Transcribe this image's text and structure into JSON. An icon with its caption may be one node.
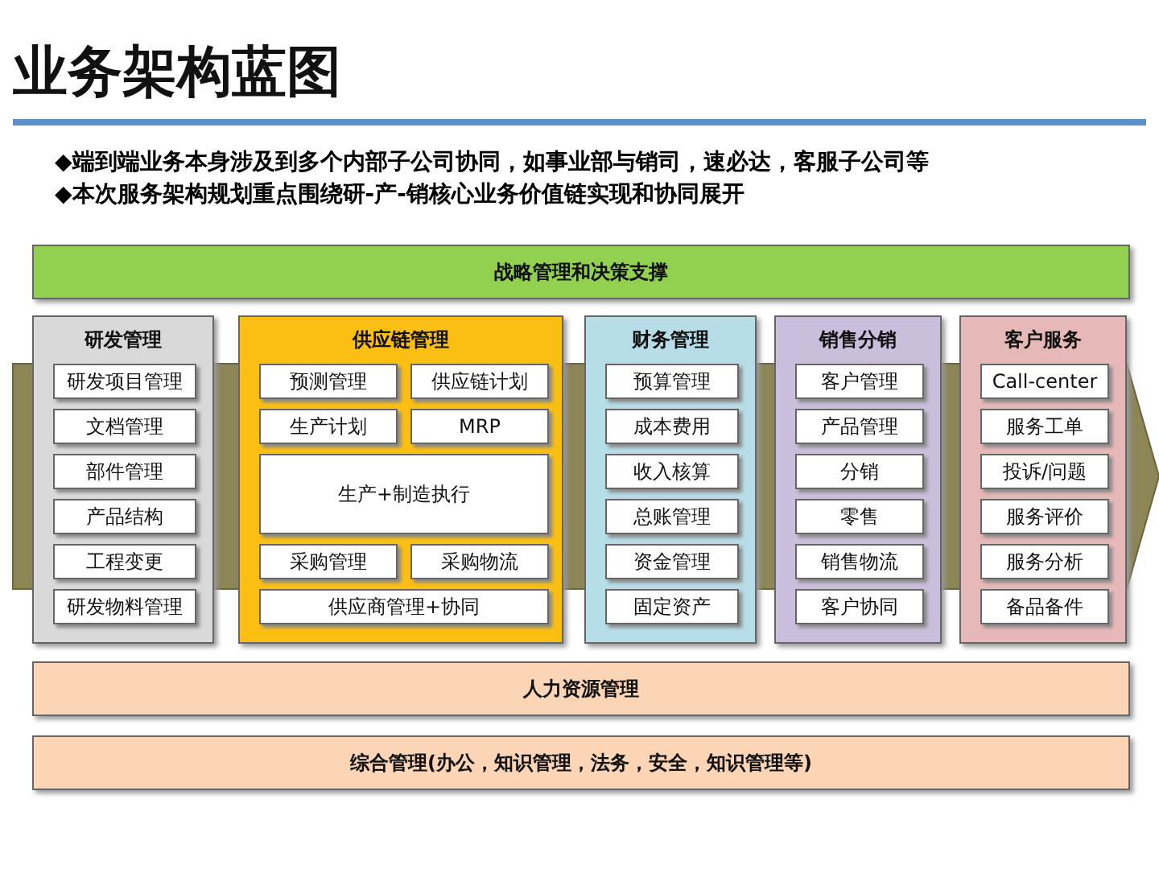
{
  "diagram": {
    "title": "业务架构蓝图",
    "nodes": [
      {
        "text": [
          "战略管理和决策支撑"
        ]
      },
      {
        "text": [
          "研发管理"
        ]
      },
      {
        "text": [
          "研发项目管理"
        ],
        "in": 1
      },
      {
        "text": [
          "文档管理"
        ],
        "in": 1
      },
      {
        "text": [
          "部件管理"
        ],
        "in": 1
      },
      {
        "text": [
          "产品结构"
        ],
        "in": 1
      },
      {
        "text": [
          "工程变更"
        ],
        "in": 1
      },
      {
        "text": [
          "研发物料管理"
        ],
        "in": 1
      },
      {
        "text": [
          "供应链管理"
        ]
      },
      {
        "text": [
          "预测管理"
        ],
        "in": 8
      },
      {
        "text": [
          "供应链计划"
        ],
        "in": 8
      },
      {
        "text": [
          "生产计划"
        ],
        "in": 8
      },
      {
        "text": [
          "MRP"
        ],
        "in": 8
      },
      {
        "text": [
          "生产+制造执行"
        ],
        "in": 8
      },
      {
        "text": [
          "采购管理"
        ],
        "in": 8
      },
      {
        "text": [
          "采购物流"
        ],
        "in": 8
      },
      {
        "text": [
          "供应商管理+协同"
        ],
        "in": 8
      },
      {
        "text": [
          "财务管理"
        ]
      },
      {
        "text": [
          "预算管理"
        ],
        "in": 17
      },
      {
        "text": [
          "成本费用"
        ],
        "in": 17
      },
      {
        "text": [
          "收入核算"
        ],
        "in": 17
      },
      {
        "text": [
          "总账管理"
        ],
        "in": 17
      },
      {
        "text": [
          "资金管理"
        ],
        "in": 17
      },
      {
        "text": [
          "固定资产"
        ],
        "in": 17
      },
      {
        "text": [
          "销售分销"
        ]
      },
      {
        "text": [
          "客户管理"
        ],
        "in": 24
      },
      {
        "text": [
          "产品管理"
        ],
        "in": 24
      },
      {
        "text": [
          "分销"
        ],
        "in": 24
      },
      {
        "text": [
          "零售"
        ],
        "in": 24
      },
      {
        "text": [
          "销售物流"
        ],
        "in": 24
      },
      {
        "text": [
          "客户协同"
        ],
        "in": 24
      },
      {
        "text": [
          "客户服务"
        ]
      },
      {
        "text": [
          "Call-center"
        ],
        "in": 31
      },
      {
        "text": [
          "服务工单"
        ],
        "in": 31
      },
      {
        "text": [
          "投诉/问题"
        ],
        "in": 31
      },
      {
        "text": [
          "服务评价"
        ],
        "in": 31
      },
      {
        "text": [
          "服务分析"
        ],
        "in": 31
      },
      {
        "text": [
          "备品备件"
        ],
        "in": 31
      },
      {
        "text": [
          "人力资源管理"
        ]
      },
      {
        "text": [
          "综合管理(办公，知识管理，法务，安全，知识管理等)"
        ]
      }
    ],
    "edges": [],
    "labels": [
      "◆端到端业务本身涉及到多个内部子公司协同，如事业部与销司，速必达，客服子公司等",
      "◆本次服务架构规划重点围绕研-产-销核心业务价值链实现和协同展开"
    ]
  }
}
